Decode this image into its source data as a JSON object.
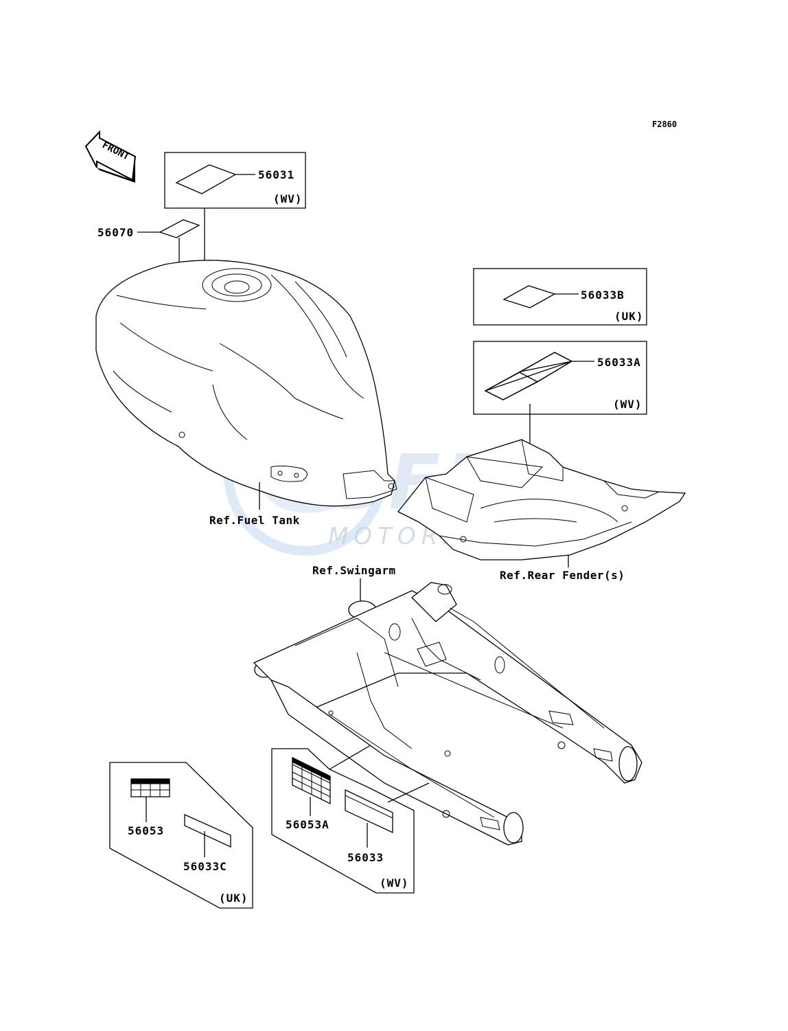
{
  "figure_code": "F2860",
  "front_marker": "FRONT",
  "watermark": {
    "brand": "GEM",
    "sub": "MOTORPARTS"
  },
  "references": {
    "fuel_tank": "Ref.Fuel Tank",
    "swingarm": "Ref.Swingarm",
    "rear_fender": "Ref.Rear Fender(s)"
  },
  "parts": {
    "p56031": "56031",
    "p56070": "56070",
    "p56033B": "56033B",
    "p56033A": "56033A",
    "p56053": "56053",
    "p56033C": "56033C",
    "p56053A": "56053A",
    "p56033": "56033"
  },
  "box_tags": {
    "box_56031": "(WV)",
    "box_56033B": "(UK)",
    "box_56033A": "(WV)",
    "box_uk_bottom": "(UK)",
    "box_wv_bottom": "(WV)"
  }
}
